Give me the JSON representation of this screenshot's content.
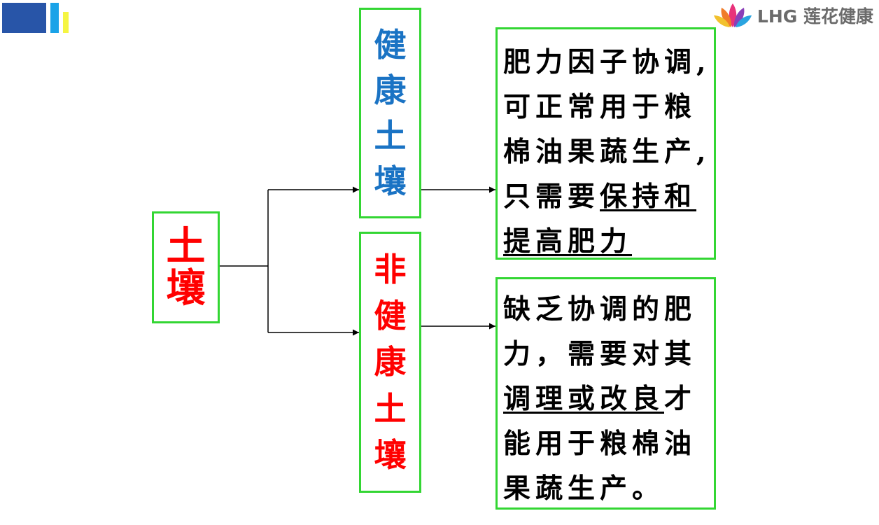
{
  "brand": {
    "name": "LHG 莲花健康"
  },
  "root": {
    "chars": [
      "土",
      "壤"
    ],
    "color": "#ff0000"
  },
  "branches": [
    {
      "chars": [
        "健",
        "康",
        "土",
        "壤"
      ],
      "color": "#1a73c4",
      "description": [
        [
          {
            "t": "肥力因子协调,"
          }
        ],
        [
          {
            "t": "可正常用于粮"
          }
        ],
        [
          {
            "t": "棉油果蔬生产,"
          }
        ],
        [
          {
            "t": "只需要"
          },
          {
            "t": "保持和",
            "u": true
          }
        ],
        [
          {
            "t": "提高肥力",
            "u": true
          }
        ]
      ]
    },
    {
      "chars": [
        "非",
        "健",
        "康",
        "土",
        "壤"
      ],
      "color": "#ff0000",
      "description": [
        [
          {
            "t": "缺乏协调的肥"
          }
        ],
        [
          {
            "t": "力，需要对其"
          }
        ],
        [
          {
            "t": "调理或改良",
            "u": true
          },
          {
            "t": "才"
          }
        ],
        [
          {
            "t": "能用于粮棉油"
          }
        ],
        [
          {
            "t": "果蔬生产。"
          }
        ]
      ]
    }
  ]
}
